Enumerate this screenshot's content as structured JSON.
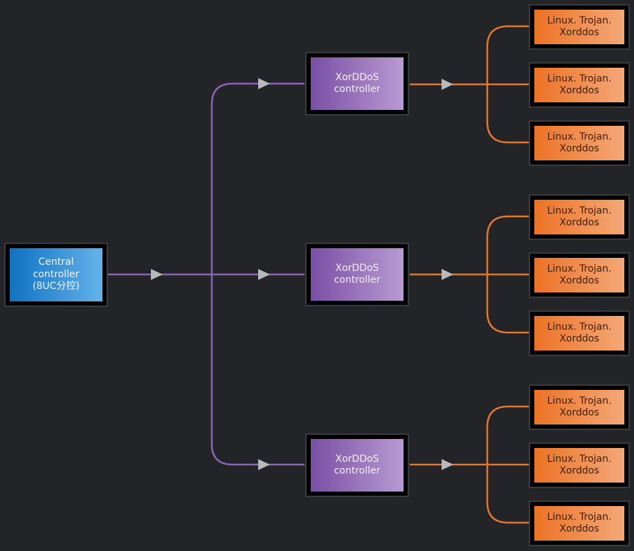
{
  "colors": {
    "background": "#232427",
    "central_line": "#8a66b6",
    "bot_line": "#e8762c",
    "arrow": "#b9b9bb"
  },
  "central": {
    "lines": [
      "Central",
      "controller",
      "(8UC分控)"
    ]
  },
  "controllers": [
    {
      "lines": [
        "XorDDoS",
        "controller"
      ]
    },
    {
      "lines": [
        "XorDDoS",
        "controller"
      ]
    },
    {
      "lines": [
        "XorDDoS",
        "controller"
      ]
    }
  ],
  "bots": [
    {
      "lines": [
        "Linux. Trojan.",
        "Xorddos"
      ]
    },
    {
      "lines": [
        "Linux. Trojan.",
        "Xorddos"
      ]
    },
    {
      "lines": [
        "Linux. Trojan.",
        "Xorddos"
      ]
    },
    {
      "lines": [
        "Linux. Trojan.",
        "Xorddos"
      ]
    },
    {
      "lines": [
        "Linux. Trojan.",
        "Xorddos"
      ]
    },
    {
      "lines": [
        "Linux. Trojan.",
        "Xorddos"
      ]
    },
    {
      "lines": [
        "Linux. Trojan.",
        "Xorddos"
      ]
    },
    {
      "lines": [
        "Linux. Trojan.",
        "Xorddos"
      ]
    },
    {
      "lines": [
        "Linux. Trojan.",
        "Xorddos"
      ]
    }
  ]
}
